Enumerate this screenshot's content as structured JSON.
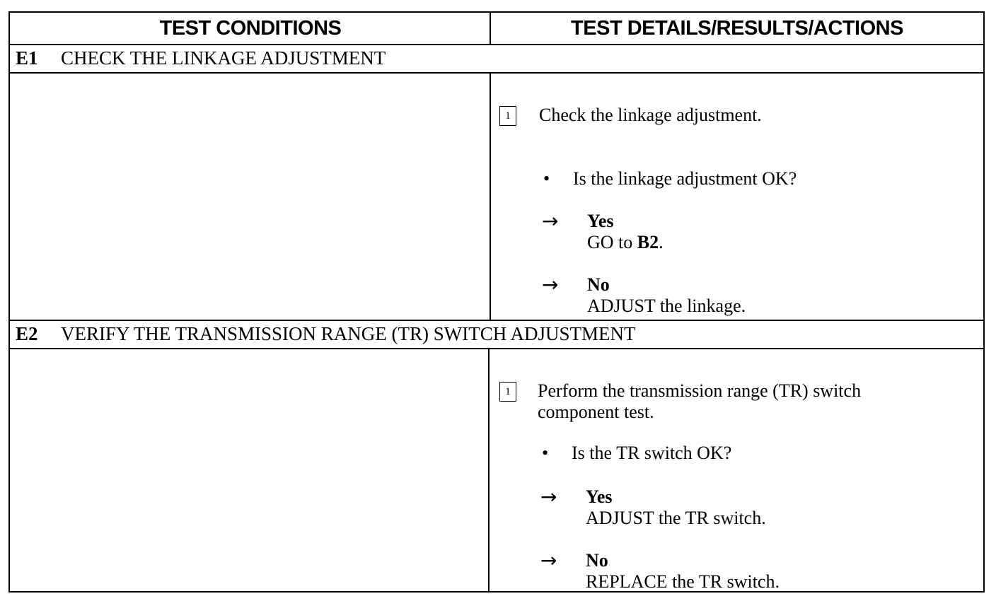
{
  "columns": {
    "left": "TEST CONDITIONS",
    "right": "TEST DETAILS/RESULTS/ACTIONS"
  },
  "sections": [
    {
      "id": "E1",
      "title": "CHECK THE LINKAGE ADJUSTMENT",
      "step_number": "1",
      "step_text_1": "Check the linkage adjustment.",
      "step_text_2": "",
      "question": "Is the linkage adjustment OK?",
      "yes_label": "Yes",
      "yes_action_pre": "GO to ",
      "yes_action_bold": "B2",
      "yes_action_post": ".",
      "no_label": "No",
      "no_action": "ADJUST the linkage."
    },
    {
      "id": "E2",
      "title": "VERIFY THE TRANSMISSION RANGE (TR) SWITCH ADJUSTMENT",
      "step_number": "1",
      "step_text_1": "Perform the transmission range (TR) switch",
      "step_text_2": "component test.",
      "question": "Is the TR switch OK?",
      "yes_label": "Yes",
      "yes_action": "ADJUST the TR switch.",
      "no_label": "No",
      "no_action": "REPLACE the TR switch."
    }
  ],
  "glyphs": {
    "bullet": "•",
    "arrow": "→"
  }
}
